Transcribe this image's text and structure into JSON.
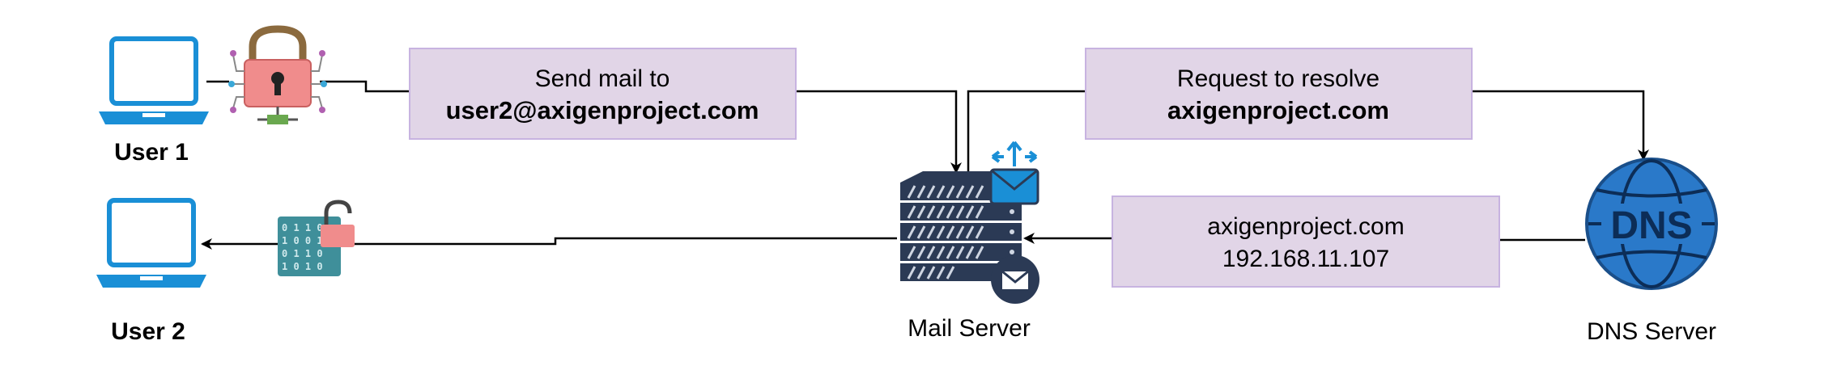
{
  "nodes": {
    "user1": {
      "label": "User 1"
    },
    "user2": {
      "label": "User 2"
    },
    "mail_server": {
      "label": "Mail Server"
    },
    "dns_server": {
      "label": "DNS Server",
      "icon_text": "DNS"
    }
  },
  "messages": {
    "send_mail": {
      "line1": "Send mail to",
      "line2": "user2@axigenproject.com"
    },
    "resolve_request": {
      "line1": "Request to resolve",
      "line2": "axigenproject.com"
    },
    "dns_reply": {
      "line1": "axigenproject.com",
      "line2": "192.168.11.107"
    }
  },
  "colors": {
    "laptop_blue": "#1a8fd6",
    "box_fill": "#e1d5e7",
    "box_stroke": "#c7b3e0",
    "lock_pink": "#f08c8c",
    "server_navy": "#2b3a55",
    "dns_blue": "#2a79c9",
    "encrypted_teal": "#3f8f9a",
    "line": "#000000"
  },
  "icons": [
    "laptop-icon",
    "padlock-encryption-icon",
    "mail-server-icon",
    "dns-globe-icon",
    "binary-unlock-icon"
  ]
}
